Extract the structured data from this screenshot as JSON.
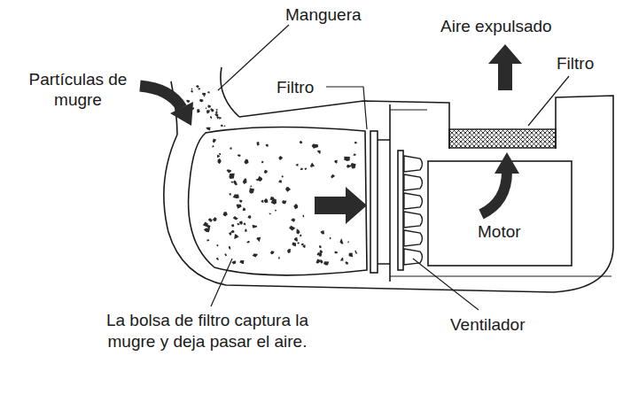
{
  "diagram": {
    "labels": [
      "Manguera",
      "Partículas de mugre",
      "Filtro",
      "Aire expulsado",
      "Filtro",
      "Motor",
      "La bolsa de filtro captura la mugre y deja pasar el aire.",
      "Ventilador"
    ]
  }
}
